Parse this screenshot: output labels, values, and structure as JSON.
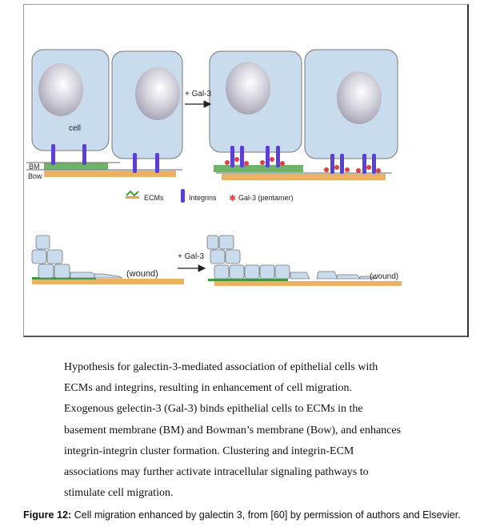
{
  "diagram": {
    "top_labels": {
      "cell": "cell",
      "bm": "BM",
      "bow": "Bow",
      "arrow": "+ Gal-3"
    },
    "legend": {
      "ecms": "ECMs",
      "integrins": "Integrins",
      "gal3": "Gal-3 (pentamer)"
    },
    "bottom_labels": {
      "arrow": "+ Gal-3",
      "wound_left": "(wound)",
      "wound_right": "(wound)"
    },
    "colors": {
      "cell": "#c9dced",
      "ecm": "#3f9a3a",
      "bow": "#e8a548",
      "integrin": "#5a3fd8",
      "gal3": "#e0403f"
    }
  },
  "description": [
    "Hypothesis for galectin-3-mediated association of epithelial cells with",
    "ECMs and integrins, resulting in enhancement of cell migration.",
    "Exogenous gelectin-3 (Gal-3) binds epithelial cells to ECMs in the",
    "basement membrane (BM) and Bowman’s membrane (Bow), and enhances",
    "integrin-integrin cluster formation. Clustering and integrin-ECM",
    "associations may further activate intracellular signaling pathways to",
    "stimulate cell migration."
  ],
  "caption": {
    "label": "Figure 12:",
    "text": " Cell migration enhanced by galectin 3, from [60] by permission of authors and Elsevier."
  }
}
